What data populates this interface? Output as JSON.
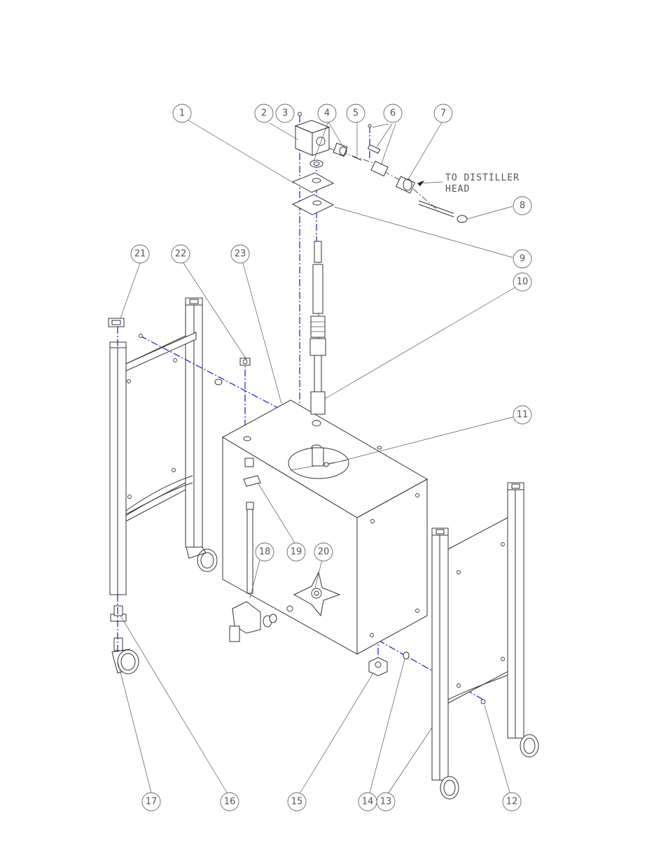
{
  "callouts": [
    "1",
    "2",
    "3",
    "4",
    "5",
    "6",
    "7",
    "8",
    "9",
    "10",
    "11",
    "12",
    "13",
    "14",
    "15",
    "16",
    "17",
    "18",
    "19",
    "20",
    "21",
    "22",
    "23"
  ],
  "note": {
    "line1": "TO DISTILLER",
    "line2": "HEAD"
  },
  "colors": {
    "centerline": "#2a2ad0",
    "line": "#333333",
    "leader": "#555555"
  }
}
